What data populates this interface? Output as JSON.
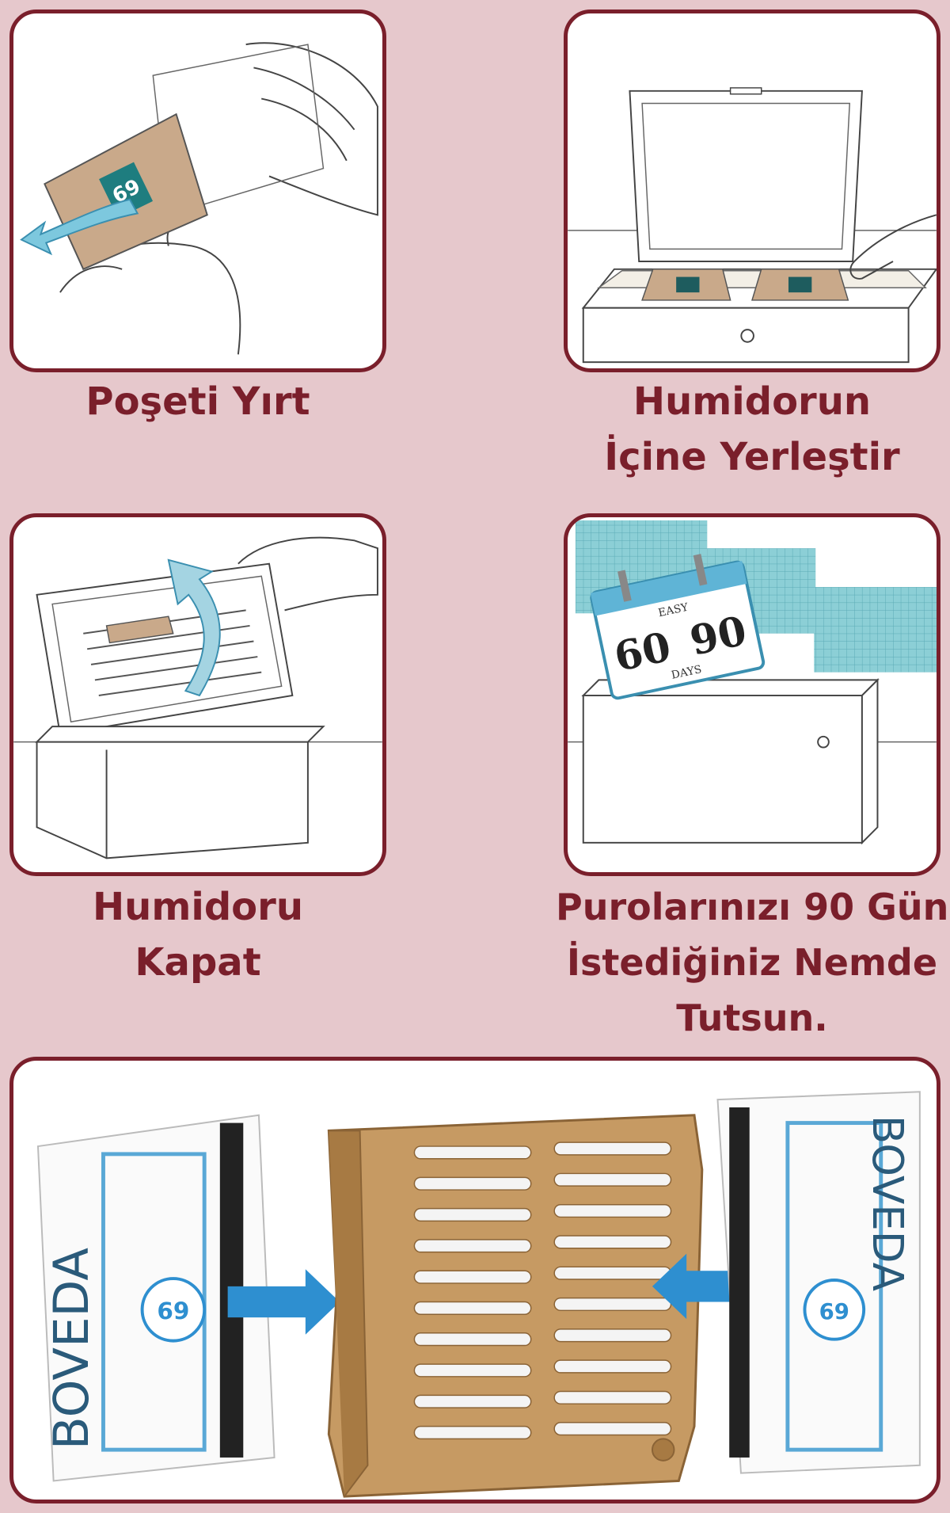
{
  "steps": [
    {
      "lines": [
        "Poşeti Yırt"
      ]
    },
    {
      "lines": [
        "Humidorun",
        "İçine Yerleştir"
      ]
    },
    {
      "lines": [
        "Humidoru",
        "Kapat"
      ]
    },
    {
      "lines": [
        "Purolarınızı 90 Gün",
        "İstediğiniz Nemde",
        "Tutsun."
      ]
    }
  ],
  "calendar": {
    "left": "60",
    "right": "90",
    "top": "EASY",
    "bottom": "DAYS"
  },
  "brand": {
    "name": "BOVEDA",
    "badge": "69"
  },
  "colors": {
    "accent": "#7a1f2b",
    "background": "#e6c8cc",
    "arrow": "#2e8fd0",
    "tile": "#8ccfd6",
    "wood": "#c69a63"
  }
}
